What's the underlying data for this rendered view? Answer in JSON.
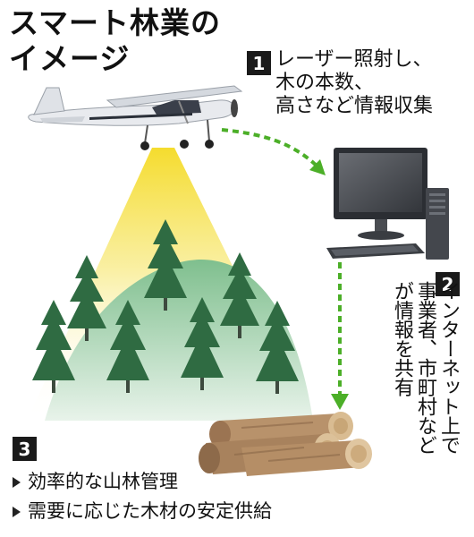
{
  "title": {
    "line1": "スマート林業の",
    "line2": "イメージ"
  },
  "steps": [
    {
      "number": "1",
      "lines": [
        "レーザー照射し、",
        "木の本数、",
        "高さなど情報収集"
      ]
    },
    {
      "number": "2",
      "columns": [
        "インターネット上で",
        "事業者、市町村など",
        "が情報を共有"
      ]
    },
    {
      "number": "3",
      "bullets": [
        "効率的な山林管理",
        "需要に応じた木材の安定供給"
      ]
    }
  ],
  "icons": [
    "airplane-icon",
    "laser-beam-icon",
    "forest-illustration",
    "monitor-icon",
    "pc-tower-icon",
    "keyboard-icon",
    "logs-icon"
  ],
  "colors": {
    "arrow": "#4caf28",
    "beam": "#f6e04a",
    "tree": "#2f6b42",
    "hill": "#8fc59c",
    "badge": "#1a1a1a"
  }
}
